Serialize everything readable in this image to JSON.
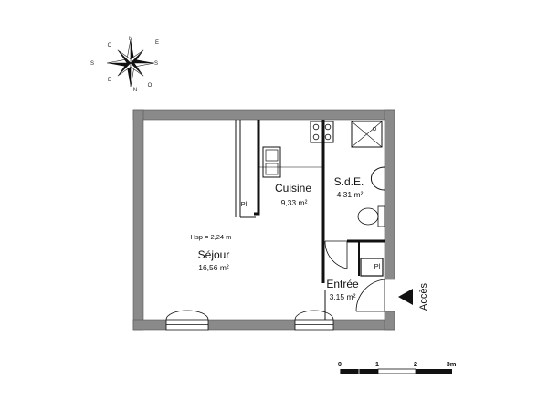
{
  "compass": {
    "letters": [
      "N",
      "E",
      "S",
      "O",
      "N",
      "E",
      "S",
      "O"
    ]
  },
  "plan": {
    "hsp": "Hsp = 2,24 m",
    "rooms": [
      {
        "id": "sejour",
        "name": "Séjour",
        "area": "16,56 m²"
      },
      {
        "id": "cuisine",
        "name": "Cuisine",
        "area": "9,33 m²"
      },
      {
        "id": "sde",
        "name": "S.d.E.",
        "area": "4,31 m²"
      },
      {
        "id": "entree",
        "name": "Entrée",
        "area": "3,15 m²"
      }
    ],
    "closets": [
      "Pl",
      "Pl"
    ],
    "access_label": "Accès"
  },
  "scale": {
    "ticks": [
      "0",
      "1",
      "2",
      "3m"
    ]
  },
  "colors": {
    "wall": "#8a8a8a",
    "wall_edge": "#555555",
    "line": "#111111"
  }
}
